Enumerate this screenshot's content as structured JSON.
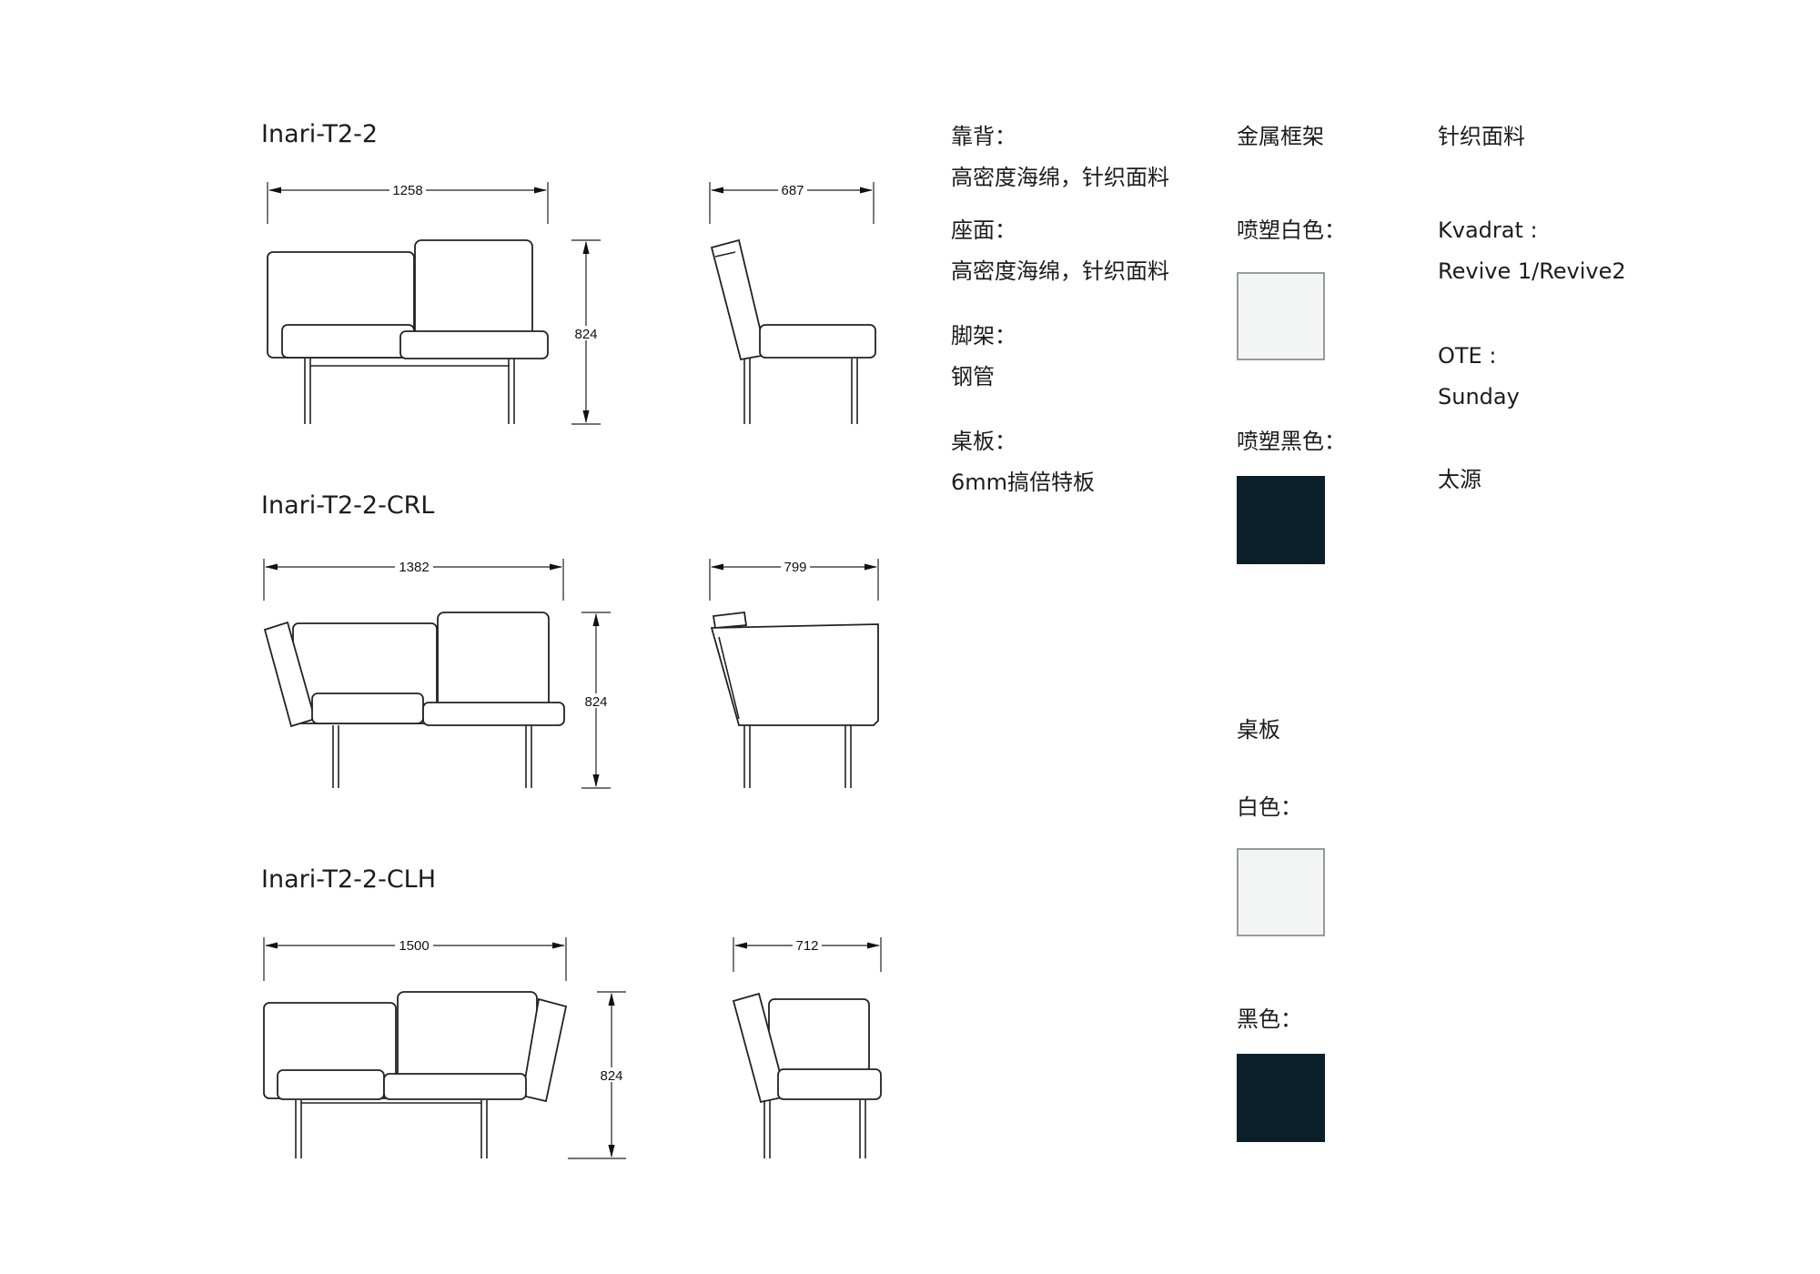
{
  "models": [
    {
      "name": "Inari-T2-2",
      "front_width": "1258",
      "height": "824",
      "side_depth": "687"
    },
    {
      "name": "Inari-T2-2-CRL",
      "front_width": "1382",
      "height": "824",
      "side_depth": "799"
    },
    {
      "name": "Inari-T2-2-CLH",
      "front_width": "1500",
      "height": "824",
      "side_depth": "712"
    }
  ],
  "materials": {
    "backrest_label": "靠背：",
    "backrest_value": "高密度海绵，针织面料",
    "seat_label": "座面：",
    "seat_value": "高密度海绵，针织面料",
    "legs_label": "脚架：",
    "legs_value": "钢管",
    "table_label": "桌板：",
    "table_value": "6mm搞倍特板"
  },
  "frame": {
    "heading": "金属框架",
    "white_label": "喷塑白色：",
    "black_label": "喷塑黑色：",
    "white_color": "#f2f5f3",
    "black_color": "#0b1f2a"
  },
  "fabric": {
    "heading": "针织面料",
    "brand1": "Kvadrat :",
    "brand1_value": "Revive 1/Revive2",
    "brand2": "OTE :",
    "brand2_value": "Sunday",
    "brand3": "太源"
  },
  "tabletop": {
    "heading": "桌板",
    "white_label": "白色：",
    "black_label": "黑色：",
    "white_color": "#f2f5f3",
    "black_color": "#0b1f2a"
  }
}
